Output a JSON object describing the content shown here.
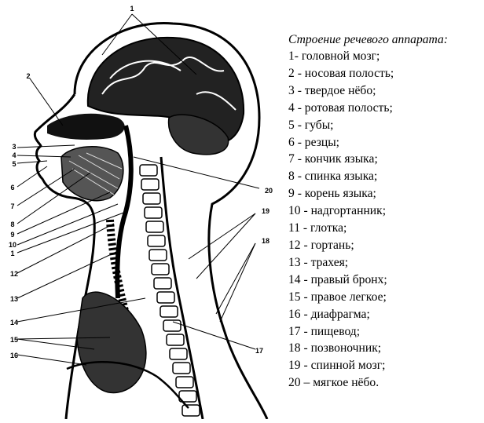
{
  "legend": {
    "title": "Строение речевого аппарата:",
    "items": [
      "1- головной мозг;",
      "2 - носовая полость;",
      "3 - твердое нёбо;",
      "4 - ротовая полость;",
      "5 - губы;",
      "6 - резцы;",
      "7 - кончик языка;",
      "8 - спинка языка;",
      "9 - корень языка;",
      "10 - надгортанник;",
      "11 - глотка;",
      "12 - гортань;",
      "13 - трахея;",
      "14 - правый бронх;",
      "15 - правое легкое;",
      "16 - диафрагма;",
      "17 - пищевод;",
      "18 - позвоночник;",
      "19 - спинной мозг;",
      "20 – мягкое нёбо."
    ]
  },
  "figure": {
    "labels": [
      "1",
      "2",
      "3",
      "4",
      "5",
      "6",
      "7",
      "8",
      "9",
      "10",
      "1",
      "12",
      "13",
      "14",
      "15",
      "16",
      "17",
      "18",
      "19",
      "20"
    ]
  }
}
